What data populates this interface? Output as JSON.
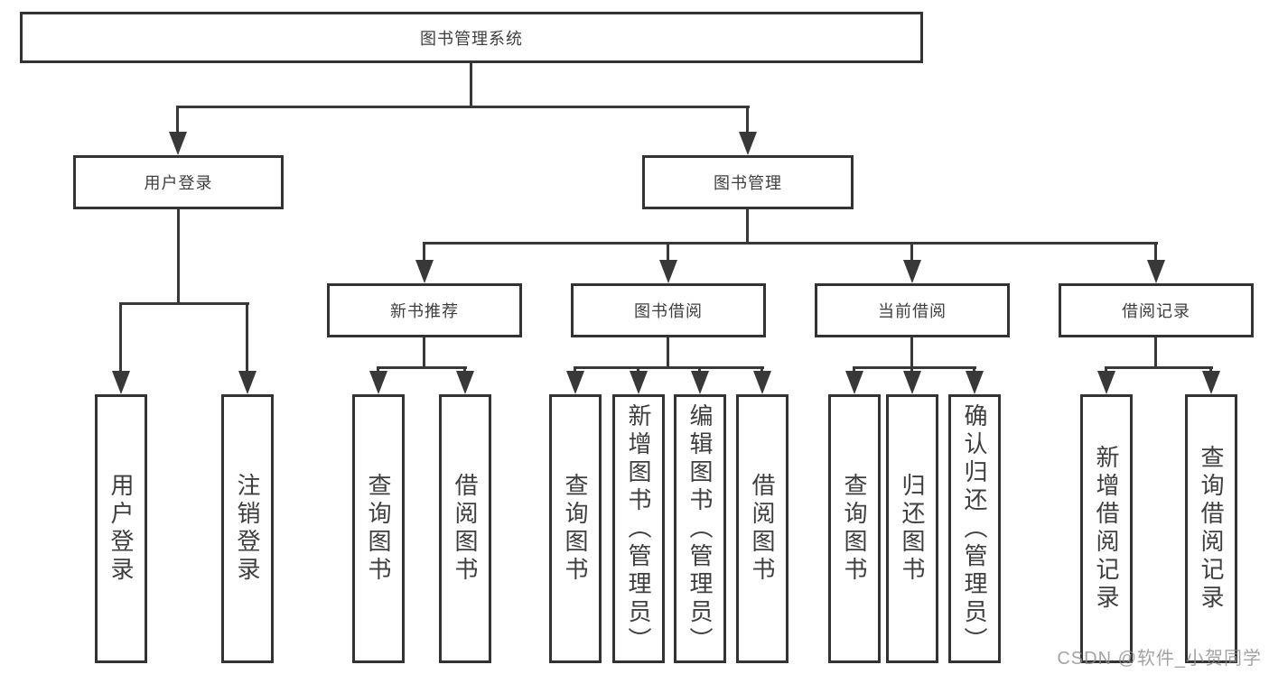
{
  "nodes": {
    "root": "图书管理系统",
    "user_login": "用户登录",
    "book_mgmt": "图书管理",
    "new_book_rec": "新书推荐",
    "book_borrow": "图书借阅",
    "current_borrow": "当前借阅",
    "borrow_record": "借阅记录",
    "ul_user_login": "用户登录",
    "ul_logout": "注销登录",
    "nb_query": "查询图书",
    "nb_borrow": "借阅图书",
    "bb_query": "查询图书",
    "bb_add": "新增图书（管理员）",
    "bb_edit": "编辑图书（管理员）",
    "bb_borrow": "借阅图书",
    "cb_query": "查询图书",
    "cb_return": "归还图书",
    "cb_confirm": "确认归还（管理员）",
    "br_add": "新增借阅记录",
    "br_query": "查询借阅记录"
  },
  "watermark": "CSDN @软件_小贺同学",
  "colors": {
    "line": "#383838",
    "box_border": "#333333",
    "text": "#3e3e3e",
    "background": "#ffffff",
    "watermark": "#8c8c8c"
  }
}
